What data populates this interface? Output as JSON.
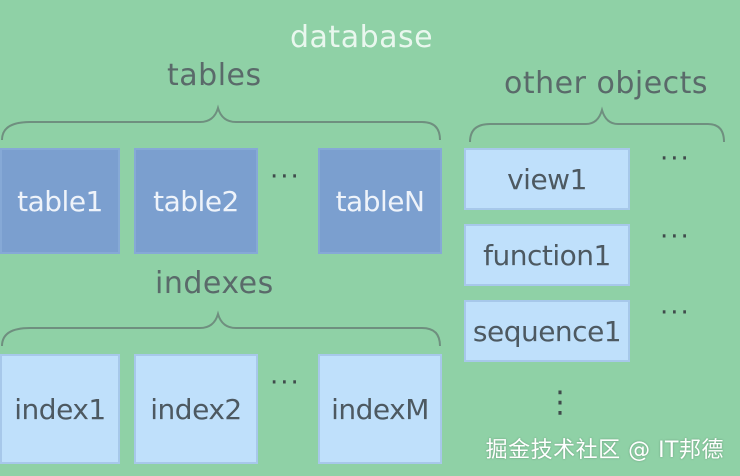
{
  "diagram": {
    "title": "database",
    "tables_label": "tables",
    "indexes_label": "indexes",
    "other_objects_label": "other objects",
    "tables": [
      "table1",
      "table2",
      "tableN"
    ],
    "indexes": [
      "index1",
      "index2",
      "indexM"
    ],
    "objects": [
      "view1",
      "function1",
      "sequence1"
    ],
    "ellipsis": "···",
    "vertical_ellipsis": "⋮"
  },
  "watermark": "掘金技术社区 @ IT邦德",
  "colors": {
    "background": "#8fd1a6",
    "table_fill": "#7b9fcf",
    "index_fill": "#bfe0fb",
    "brace": "#6f8f7f"
  }
}
